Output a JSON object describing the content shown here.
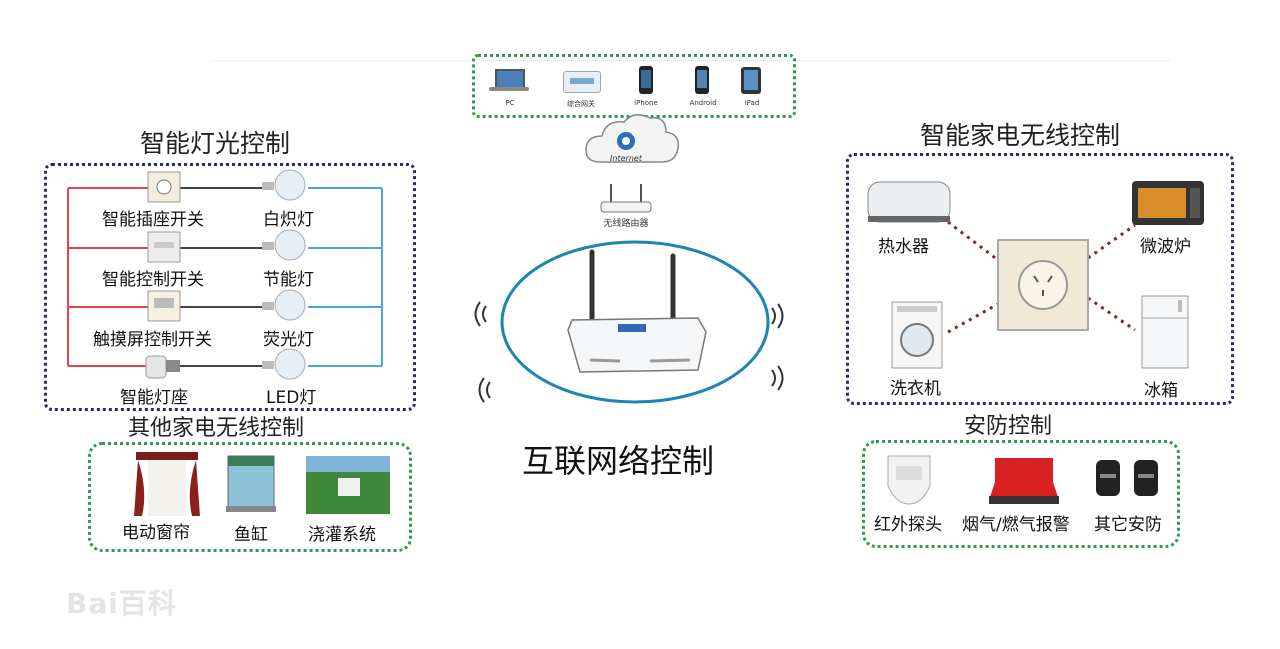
{
  "top_devices": {
    "items": [
      {
        "label": "PC",
        "icon": "laptop-icon"
      },
      {
        "label": "综合网关",
        "icon": "gateway-icon"
      },
      {
        "label": "iPhone",
        "icon": "phone-icon"
      },
      {
        "label": "Android",
        "icon": "phone-icon"
      },
      {
        "label": "iPad",
        "icon": "tablet-icon"
      }
    ]
  },
  "internet": {
    "label": "Internet",
    "router_label": "无线路由器"
  },
  "center": {
    "title": "互联网络控制"
  },
  "lighting": {
    "title": "智能灯光控制",
    "switches": [
      "智能插座开关",
      "智能控制开关",
      "触摸屏控制开关",
      "智能灯座"
    ],
    "lamps": [
      "白炽灯",
      "节能灯",
      "荧光灯",
      "LED灯"
    ]
  },
  "other": {
    "title": "其他家电无线控制",
    "items": [
      "电动窗帘",
      "鱼缸",
      "浇灌系统"
    ]
  },
  "appliance": {
    "title": "智能家电无线控制",
    "items": [
      "热水器",
      "微波炉",
      "洗衣机",
      "冰箱"
    ]
  },
  "security": {
    "title": "安防控制",
    "items": [
      "红外探头",
      "烟气/燃气报警",
      "其它安防"
    ]
  },
  "watermark": {
    "text": "Bai百科"
  },
  "colors": {
    "blue_border": "#2d2b6b",
    "green_border": "#2e9a4a",
    "red_wire": "#e0474c",
    "blue_wire": "#4aa6dd"
  }
}
